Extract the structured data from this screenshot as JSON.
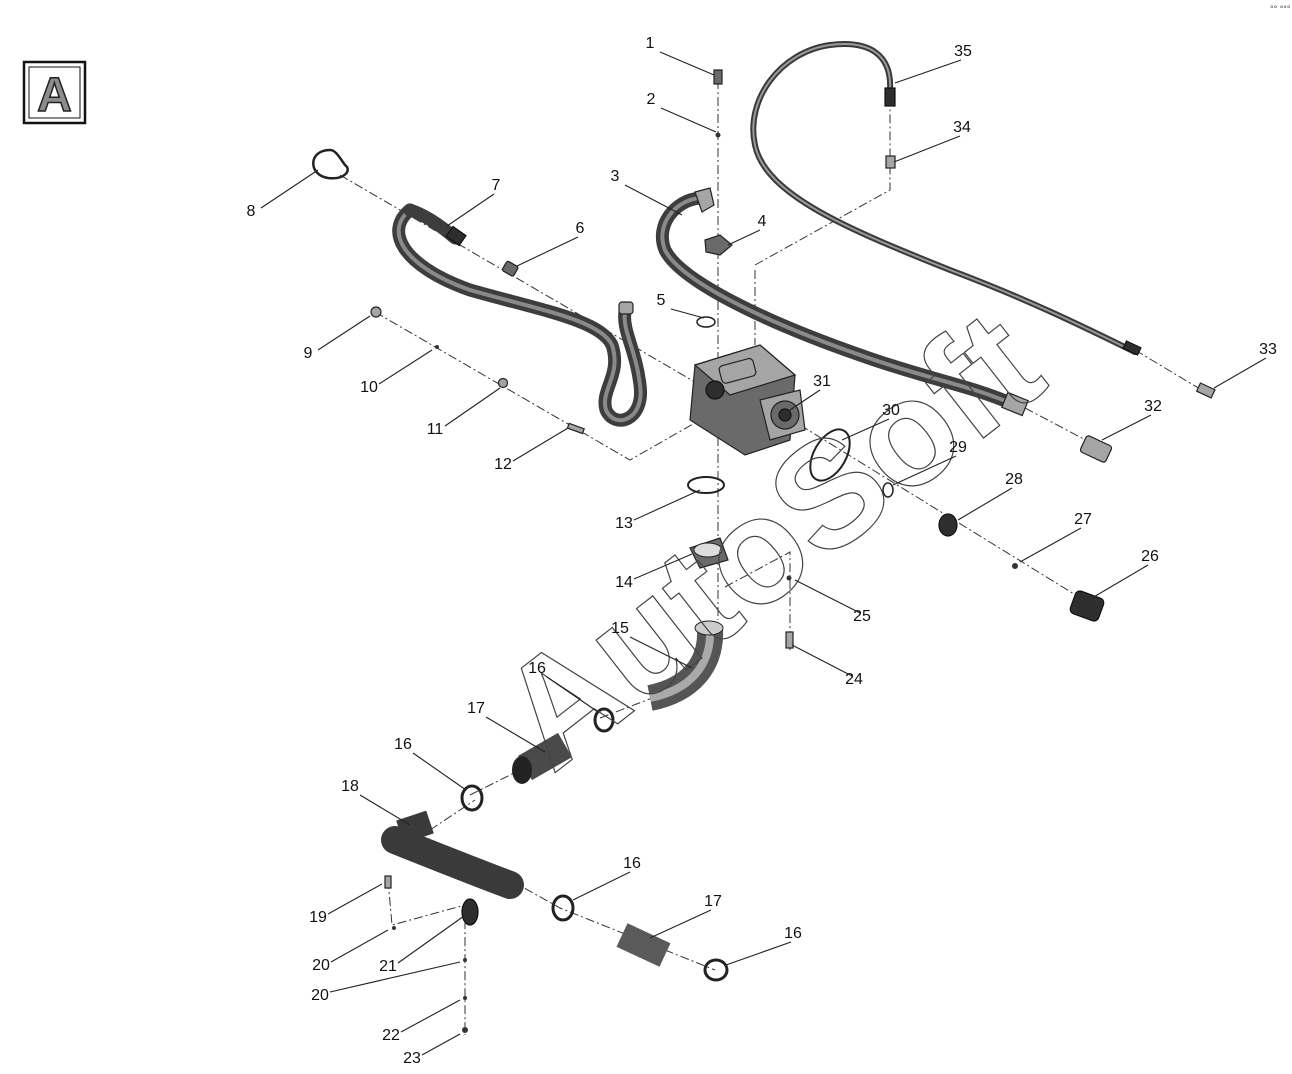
{
  "view_letter": "A",
  "watermark": "AutoSoft",
  "corner_mark": "°° °°°",
  "callouts": [
    "1",
    "2",
    "3",
    "4",
    "5",
    "6",
    "7",
    "8",
    "9",
    "10",
    "11",
    "12",
    "13",
    "14",
    "15",
    "16",
    "16",
    "16",
    "16",
    "17",
    "17",
    "18",
    "19",
    "20",
    "20",
    "21",
    "22",
    "23",
    "24",
    "25",
    "26",
    "27",
    "28",
    "29",
    "30",
    "31",
    "32",
    "33",
    "34",
    "35"
  ]
}
